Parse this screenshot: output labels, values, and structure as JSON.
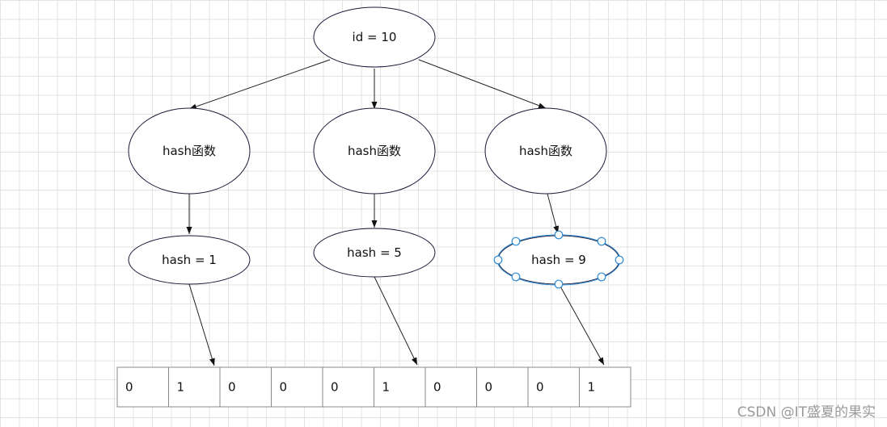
{
  "nodes": {
    "root": {
      "label": "id = 10"
    },
    "hash_fn_1": {
      "label": "hash函数"
    },
    "hash_fn_2": {
      "label": "hash函数"
    },
    "hash_fn_3": {
      "label": "hash函数"
    },
    "result_1": {
      "label": "hash = 1"
    },
    "result_2": {
      "label": "hash = 5"
    },
    "result_3": {
      "label": "hash = 9",
      "selected": true
    }
  },
  "bit_array": [
    "0",
    "1",
    "0",
    "0",
    "0",
    "1",
    "0",
    "0",
    "0",
    "1"
  ],
  "watermark": "CSDN @IT盛夏的果实"
}
